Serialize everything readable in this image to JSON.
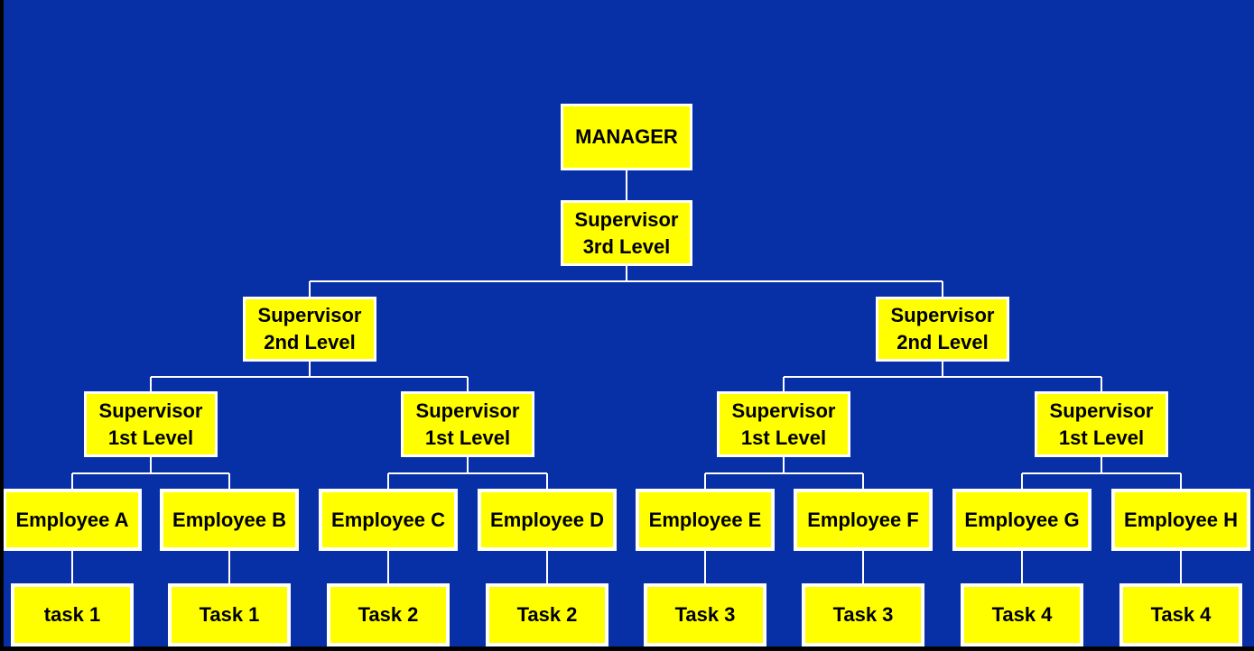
{
  "palette": {
    "background": "#0830A6",
    "box_fill": "#FFFF00",
    "box_border": "#FFFFFF",
    "text": "#000000",
    "connector_line": "#FFFFFF",
    "edge_bars": "#000000"
  },
  "org_chart": {
    "manager": {
      "label": "MANAGER"
    },
    "supervisor_3rd": {
      "label": "Supervisor\n3rd Level"
    },
    "supervisors_2nd": [
      {
        "label": "Supervisor\n2nd Level"
      },
      {
        "label": "Supervisor\n2nd Level"
      }
    ],
    "supervisors_1st": [
      {
        "label": "Supervisor\n1st Level"
      },
      {
        "label": "Supervisor\n1st Level"
      },
      {
        "label": "Supervisor\n1st Level"
      },
      {
        "label": "Supervisor\n1st Level"
      }
    ],
    "employees": [
      {
        "label": "Employee A"
      },
      {
        "label": "Employee B"
      },
      {
        "label": "Employee C"
      },
      {
        "label": "Employee D"
      },
      {
        "label": "Employee E"
      },
      {
        "label": "Employee F"
      },
      {
        "label": "Employee G"
      },
      {
        "label": "Employee H"
      }
    ],
    "tasks": [
      {
        "label": "task 1"
      },
      {
        "label": "Task 1"
      },
      {
        "label": "Task 2"
      },
      {
        "label": "Task 2"
      },
      {
        "label": "Task 3"
      },
      {
        "label": "Task 3"
      },
      {
        "label": "Task 4"
      },
      {
        "label": "Task 4"
      }
    ]
  }
}
